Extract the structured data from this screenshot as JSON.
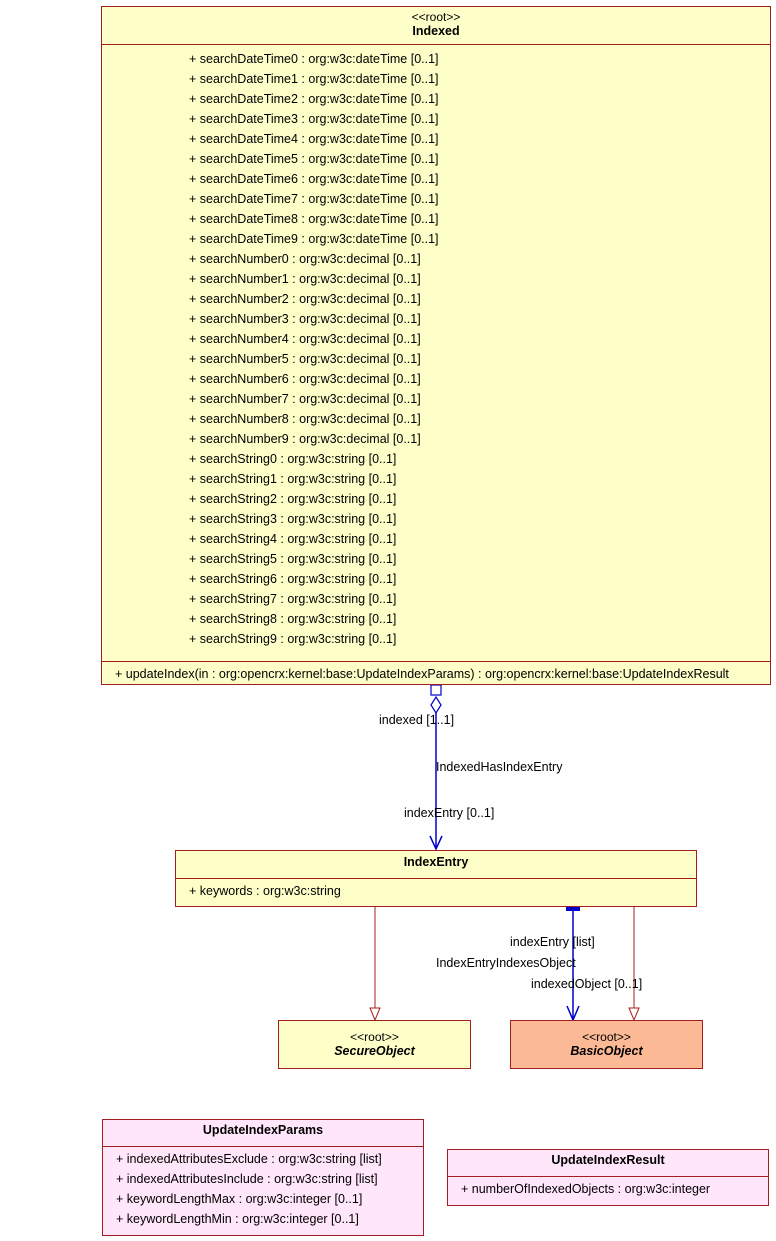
{
  "indexed": {
    "stereotype": "<<root>>",
    "name": "Indexed",
    "attributes": [
      "+ searchDateTime0 : org:w3c:dateTime [0..1]",
      "+ searchDateTime1 : org:w3c:dateTime [0..1]",
      "+ searchDateTime2 : org:w3c:dateTime [0..1]",
      "+ searchDateTime3 : org:w3c:dateTime [0..1]",
      "+ searchDateTime4 : org:w3c:dateTime [0..1]",
      "+ searchDateTime5 : org:w3c:dateTime [0..1]",
      "+ searchDateTime6 : org:w3c:dateTime [0..1]",
      "+ searchDateTime7 : org:w3c:dateTime [0..1]",
      "+ searchDateTime8 : org:w3c:dateTime [0..1]",
      "+ searchDateTime9 : org:w3c:dateTime [0..1]",
      "+ searchNumber0 : org:w3c:decimal [0..1]",
      "+ searchNumber1 : org:w3c:decimal [0..1]",
      "+ searchNumber2 : org:w3c:decimal [0..1]",
      "+ searchNumber3 : org:w3c:decimal [0..1]",
      "+ searchNumber4 : org:w3c:decimal [0..1]",
      "+ searchNumber5 : org:w3c:decimal [0..1]",
      "+ searchNumber6 : org:w3c:decimal [0..1]",
      "+ searchNumber7 : org:w3c:decimal [0..1]",
      "+ searchNumber8 : org:w3c:decimal [0..1]",
      "+ searchNumber9 : org:w3c:decimal [0..1]",
      "+ searchString0 : org:w3c:string [0..1]",
      "+ searchString1 : org:w3c:string [0..1]",
      "+ searchString2 : org:w3c:string [0..1]",
      "+ searchString3 : org:w3c:string [0..1]",
      "+ searchString4 : org:w3c:string [0..1]",
      "+ searchString5 : org:w3c:string [0..1]",
      "+ searchString6 : org:w3c:string [0..1]",
      "+ searchString7 : org:w3c:string [0..1]",
      "+ searchString8 : org:w3c:string [0..1]",
      "+ searchString9 : org:w3c:string [0..1]"
    ],
    "operations": [
      "+ updateIndex(in : org:opencrx:kernel:base:UpdateIndexParams) : org:opencrx:kernel:base:UpdateIndexResult"
    ]
  },
  "index_entry": {
    "name": "IndexEntry",
    "attributes": [
      "+ keywords : org:w3c:string"
    ]
  },
  "secure_object": {
    "stereotype": "<<root>>",
    "name": "SecureObject"
  },
  "basic_object": {
    "stereotype": "<<root>>",
    "name": "BasicObject"
  },
  "update_index_params": {
    "name": "UpdateIndexParams",
    "attributes": [
      "+ indexedAttributesExclude : org:w3c:string [list]",
      "+ indexedAttributesInclude : org:w3c:string [list]",
      "+ keywordLengthMax : org:w3c:integer [0..1]",
      "+ keywordLengthMin : org:w3c:integer [0..1]"
    ]
  },
  "update_index_result": {
    "name": "UpdateIndexResult",
    "attributes": [
      "+ numberOfIndexedObjects : org:w3c:integer"
    ]
  },
  "associations": {
    "indexed_has_index_entry": {
      "name": "IndexedHasIndexEntry",
      "source_role": "indexed [1..1]",
      "target_role": "indexEntry [0..1]"
    },
    "index_entry_indexes_object": {
      "name": "IndexEntryIndexesObject",
      "source_role": "indexEntry [list]",
      "target_role": "indexedObject [0..1]"
    }
  },
  "colors": {
    "border": "#a31f1f",
    "class_fill": "#fefec8",
    "basic_object_fill": "#fbb995",
    "struct_fill": "#ffe6fa",
    "association": "#0000cc"
  }
}
